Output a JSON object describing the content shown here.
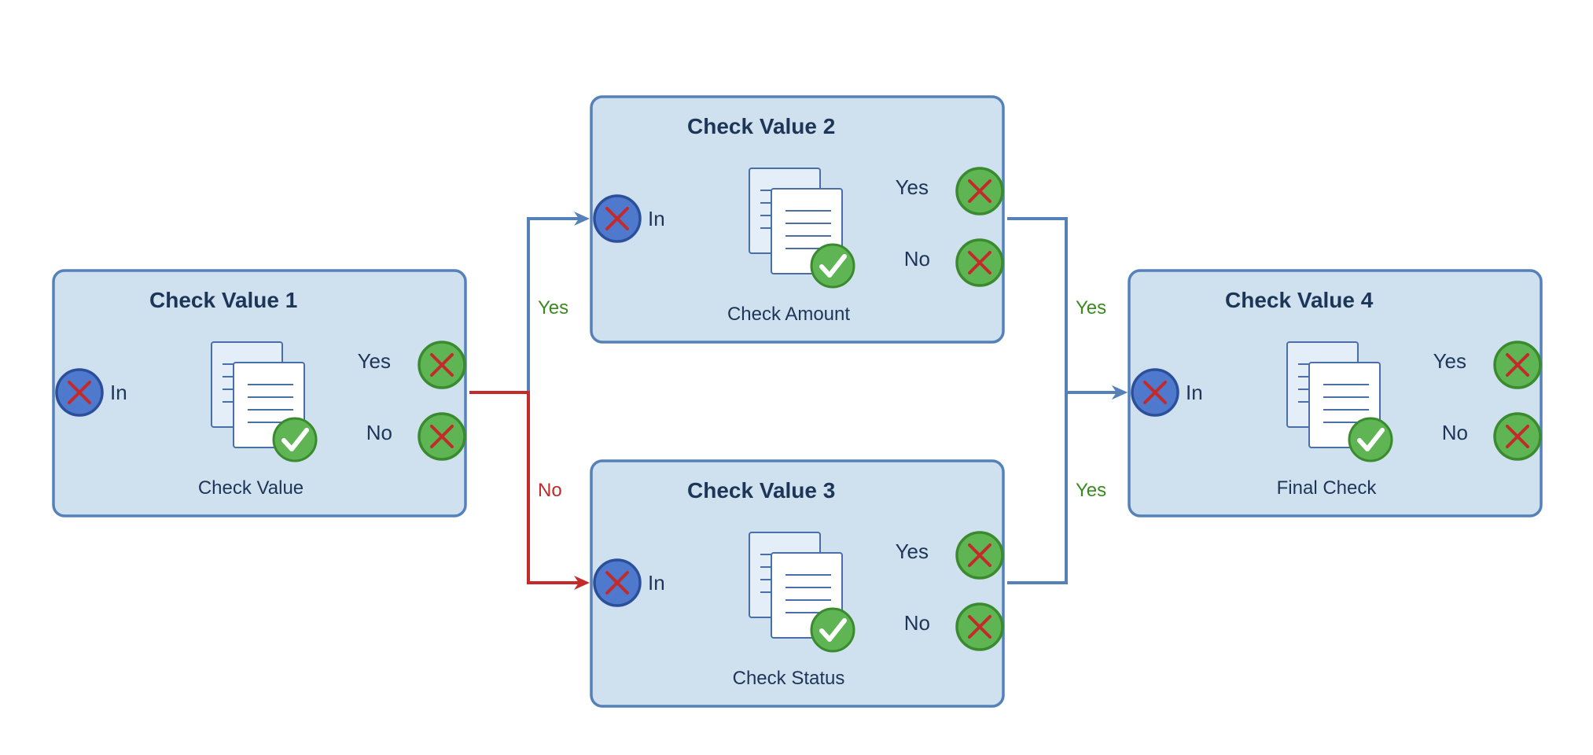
{
  "colors": {
    "node_fill": "#cfe1ef",
    "node_stroke": "#5581b8",
    "text": "#1d3557",
    "yes_edge": "#5581b8",
    "no_edge": "#c42a2a",
    "yes_label": "#3a8a1e",
    "no_label": "#c42a2a",
    "in_port_fill": "#4f79cc",
    "in_port_stroke": "#2b4f9a",
    "out_port_fill": "#5fb553",
    "out_port_stroke": "#3a8a2e",
    "cross": "#c42a2a",
    "check_badge": "#5fb553"
  },
  "icons": {
    "port": "x-icon",
    "document": "document-stack-icon",
    "check": "checkmark-icon"
  },
  "nodes": [
    {
      "id": "n1",
      "title": "Check Value 1",
      "caption": "Check Value",
      "in_label": "In",
      "yes_label": "Yes",
      "no_label": "No"
    },
    {
      "id": "n2",
      "title": "Check Value 2",
      "caption": "Check Amount",
      "in_label": "In",
      "yes_label": "Yes",
      "no_label": "No"
    },
    {
      "id": "n3",
      "title": "Check Value 3",
      "caption": "Check Status",
      "in_label": "In",
      "yes_label": "Yes",
      "no_label": "No"
    },
    {
      "id": "n4",
      "title": "Check Value 4",
      "caption": "Final Check",
      "in_label": "In",
      "yes_label": "Yes",
      "no_label": "No"
    }
  ],
  "edges": [
    {
      "id": "e1",
      "from": "n1",
      "to": "n2",
      "kind": "yes",
      "label": "Yes"
    },
    {
      "id": "e2",
      "from": "n1",
      "to": "n3",
      "kind": "no",
      "label": "No"
    },
    {
      "id": "e3",
      "from": "n2",
      "to": "n4",
      "kind": "yes",
      "label": "Yes"
    },
    {
      "id": "e4",
      "from": "n3",
      "to": "n4",
      "kind": "yes",
      "label": "Yes"
    }
  ]
}
